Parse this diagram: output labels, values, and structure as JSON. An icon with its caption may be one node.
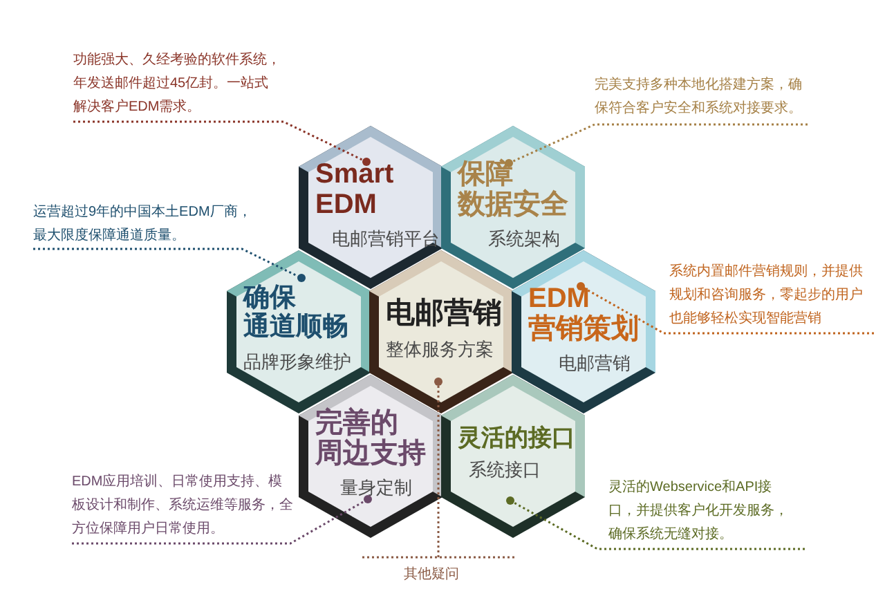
{
  "diagram": {
    "nodes": [
      {
        "text": [
          "Smart EDM",
          "电邮营销平台"
        ]
      },
      {
        "text": [
          "保障数据安全",
          "系统架构"
        ]
      },
      {
        "text": [
          "确保通道顺畅",
          "品牌形象维护"
        ]
      },
      {
        "text": [
          "电邮营销",
          "整体服务方案"
        ]
      },
      {
        "text": [
          "EDM 营销策划",
          "电邮营销"
        ]
      },
      {
        "text": [
          "完善的周边支持",
          "量身定制"
        ]
      },
      {
        "text": [
          "灵活的接口",
          "系统接口"
        ]
      },
      {
        "text": [
          "功能强大、久经考验的软件系统，年发送邮件超过45亿封。一站式解决客户EDM需求。"
        ]
      },
      {
        "text": [
          "完美支持多种本地化搭建方案，确保符合客户安全和系统对接要求。"
        ]
      },
      {
        "text": [
          "运营超过9年的中国本土EDM厂商，最大限度保障通道质量。"
        ]
      },
      {
        "text": [
          "系统内置邮件营销规则，并提供规划和咨询服务，零起步的用户也能够轻松实现智能营销"
        ]
      },
      {
        "text": [
          "EDM应用培训、日常使用支持、模板设计和制作、系统运维等服务，全方位保障用户日常使用。"
        ]
      },
      {
        "text": [
          "灵活的Webservice和API接口，并提供客户化开发服务，确保系统无缝对接。"
        ]
      },
      {
        "text": [
          "其他疑问"
        ]
      }
    ],
    "edges": [
      {
        "from": 7,
        "to": 0,
        "arrow": "other",
        "color": "#8a3428"
      },
      {
        "from": 8,
        "to": 1,
        "arrow": "other",
        "color": "#a58046"
      },
      {
        "from": 9,
        "to": 2,
        "arrow": "other",
        "color": "#1e4f6e"
      },
      {
        "from": 10,
        "to": 4,
        "arrow": "other",
        "color": "#c0641e"
      },
      {
        "from": 11,
        "to": 5,
        "arrow": "other",
        "color": "#6b4a6a"
      },
      {
        "from": 12,
        "to": 6,
        "arrow": "other",
        "color": "#5c6b24"
      },
      {
        "from": 13,
        "to": 3,
        "arrow": "other",
        "color": "#8a5a44"
      }
    ]
  }
}
